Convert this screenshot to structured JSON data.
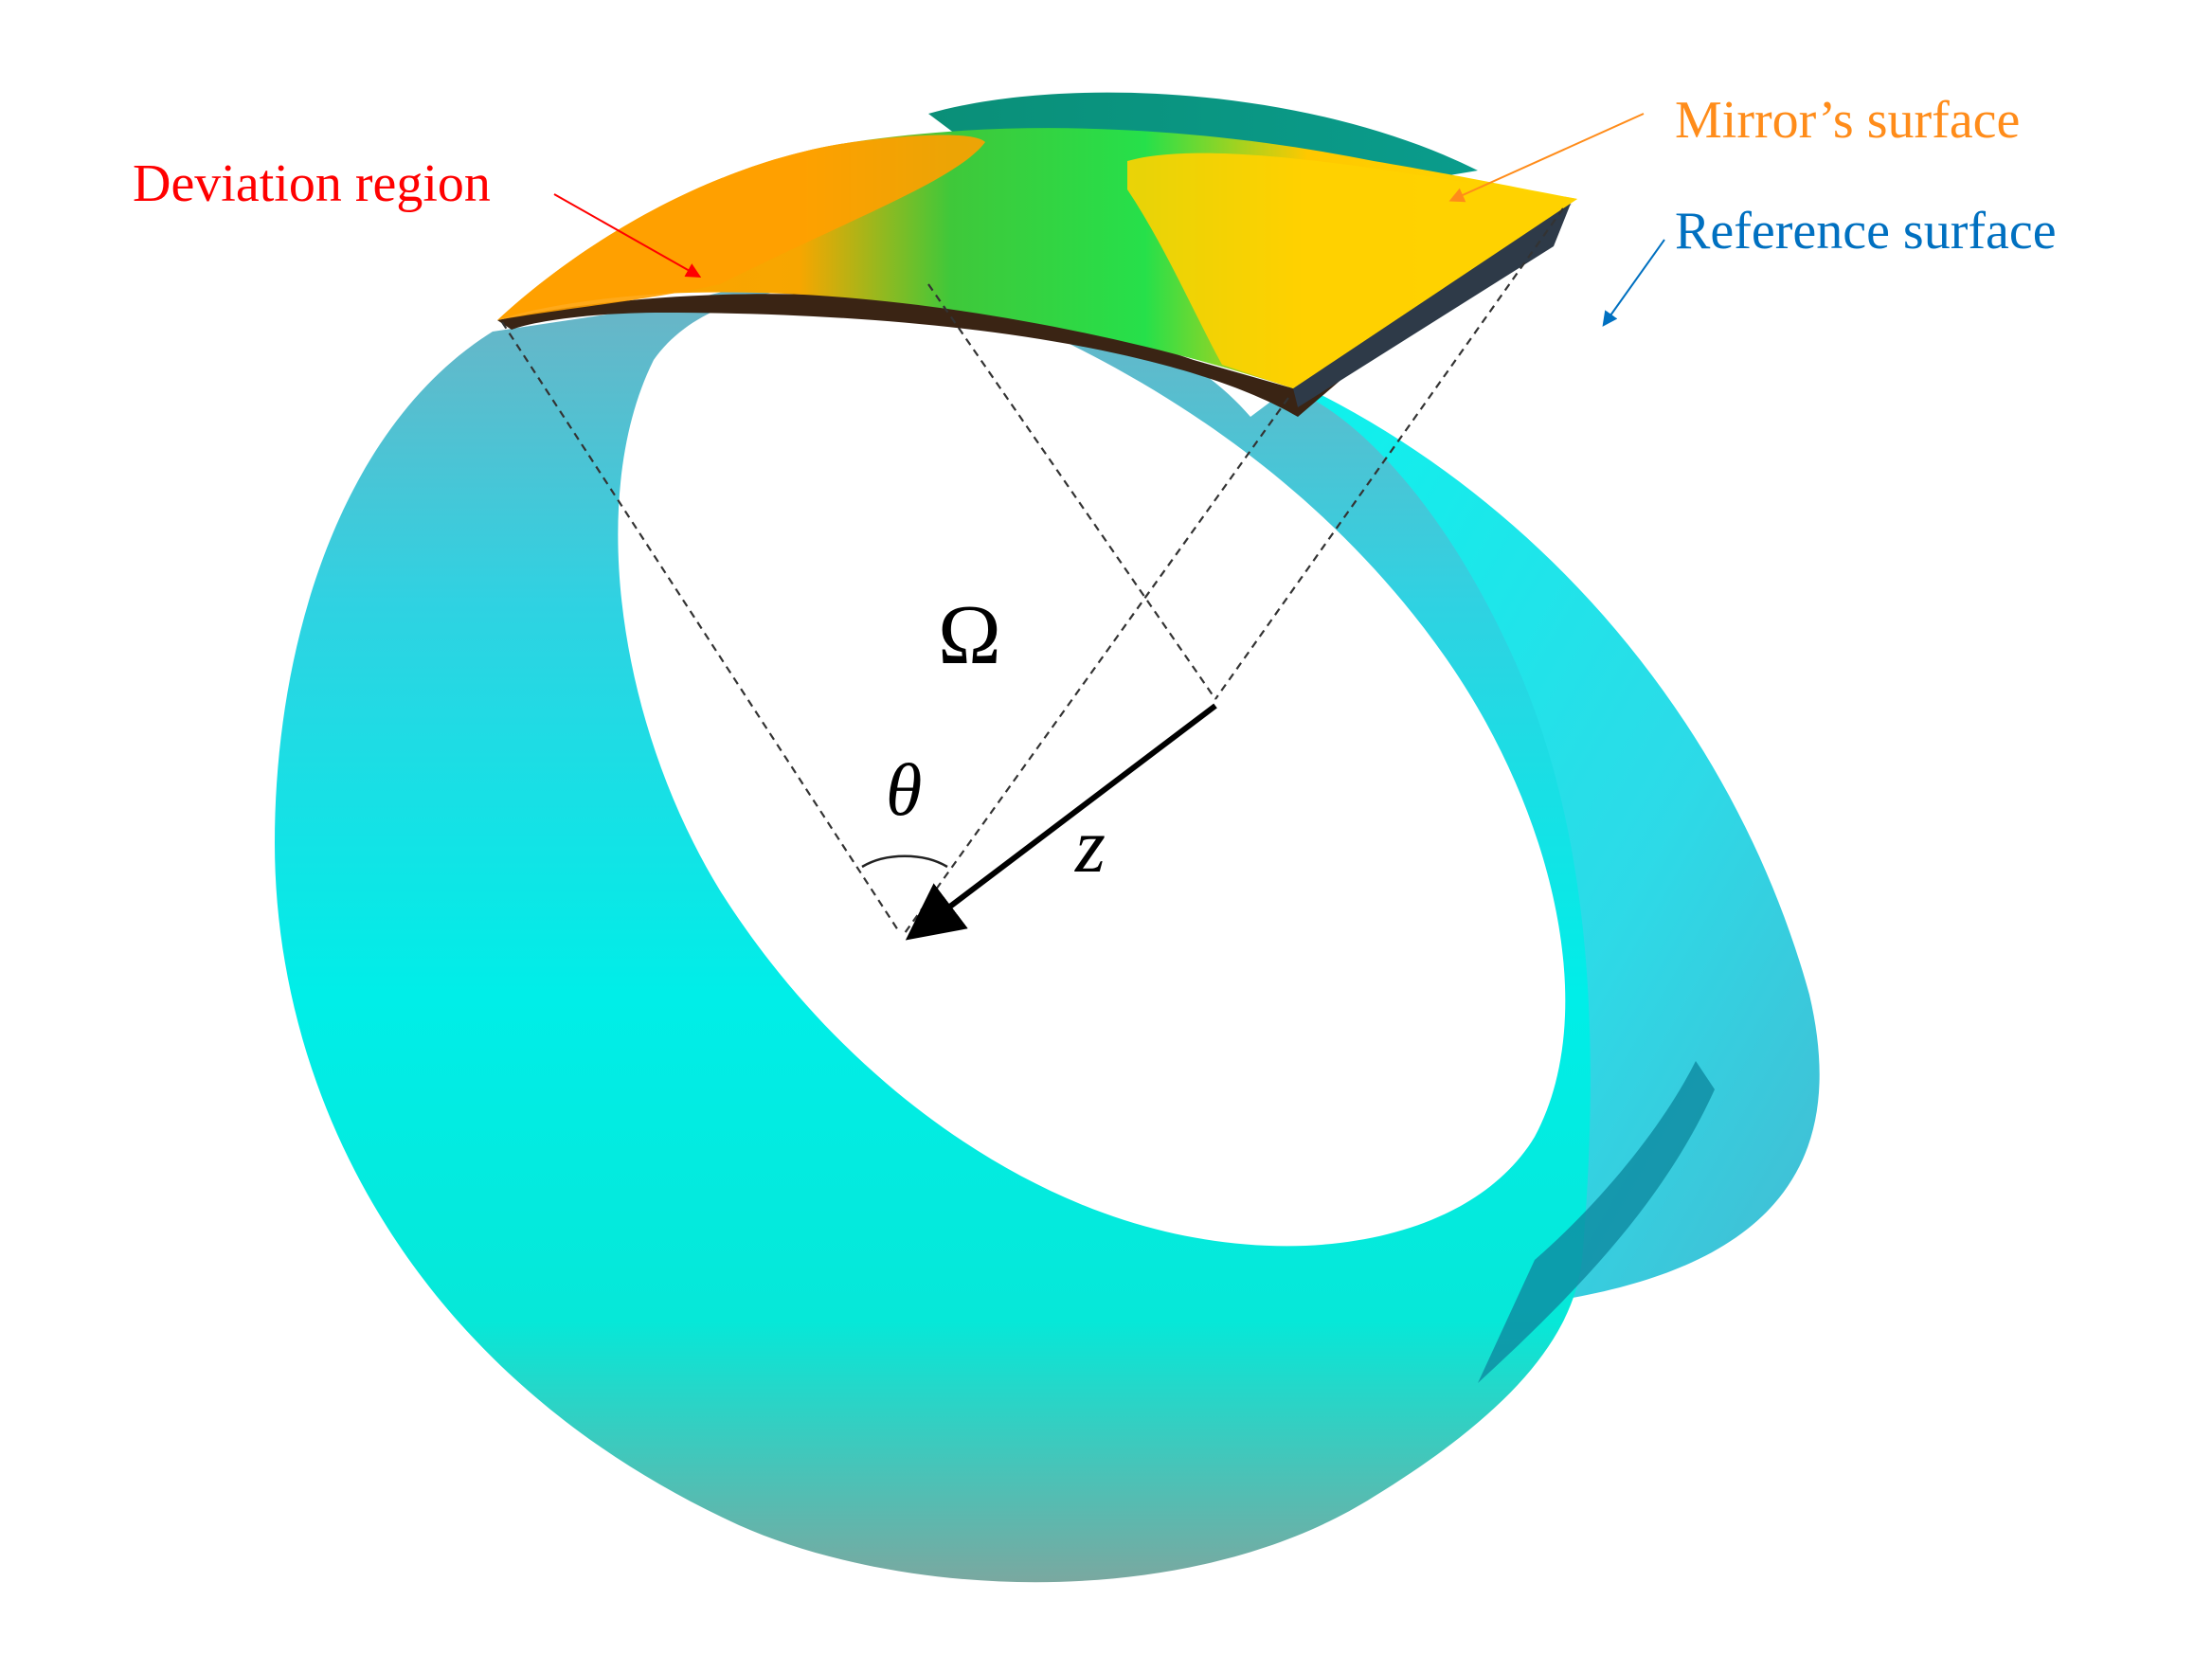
{
  "labels": {
    "deviation_region": "Deviation region",
    "mirror_surface": "Mirror’s surface",
    "reference_surface": "Reference surface",
    "omega": "Ω",
    "theta": "θ",
    "z": "z"
  },
  "colors": {
    "deviation_label": "#ff0000",
    "mirror_label": "#ff8c1a",
    "reference_label": "#0070c0",
    "ring_cyan": "#00f0e8",
    "ring_edge": "#1aa4b8",
    "mirror_orange": "#ffa200",
    "mirror_yellow": "#ffd400",
    "mirror_green": "#2ed84a",
    "mirror_underside": "#3a2414",
    "dashed_lines": "#333333",
    "arrow": "#000000"
  }
}
